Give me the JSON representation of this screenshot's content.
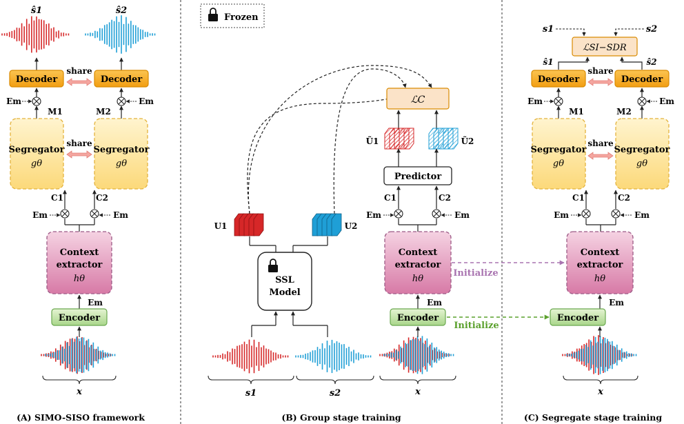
{
  "panels": {
    "a_caption": "(A) SIMO-SISO framework",
    "b_caption": "(B) Group stage training",
    "c_caption": "(C) Segregate stage training"
  },
  "legend": {
    "frozen": "Frozen"
  },
  "blocks": {
    "decoder": "Decoder",
    "segregator": "Segregator",
    "g_theta": "gθ",
    "context_line1": "Context",
    "context_line2": "extractor",
    "h_theta": "hθ",
    "encoder": "Encoder",
    "predictor": "Predictor",
    "ssl_line1": "SSL",
    "ssl_line2": "Model",
    "share": "share",
    "initialize": "Initialize",
    "loss_c": "ℒC",
    "loss_sisdr": "ℒSI−SDR"
  },
  "symbols": {
    "em": "Em",
    "c1": "C1",
    "c2": "C2",
    "m1": "M1",
    "m2": "M2",
    "u1": "U1",
    "u2": "U2",
    "ut1": "Ũ1",
    "ut2": "Ũ2",
    "s1": "s1",
    "s2": "s2",
    "sh1": "ŝ1",
    "sh2": "ŝ2",
    "x": "x"
  },
  "colors": {
    "red": "#d62728",
    "blue": "#1f9fd6",
    "orange_fill": "#f7a823",
    "orange_stroke": "#d98a00",
    "seg_fill": "#fde9a8",
    "seg_stroke": "#e3b23c",
    "ctx_fill": "#e7a6c4",
    "ctx_stroke": "#9c5a86",
    "enc_fill": "#cfe8b0",
    "enc_stroke": "#6aa84f",
    "loss_fill": "#fbe3c8",
    "loss_stroke": "#d98a00",
    "share_arrow": "#f4a6a0",
    "init_purple": "#a974b0",
    "init_green": "#5aa02c"
  }
}
